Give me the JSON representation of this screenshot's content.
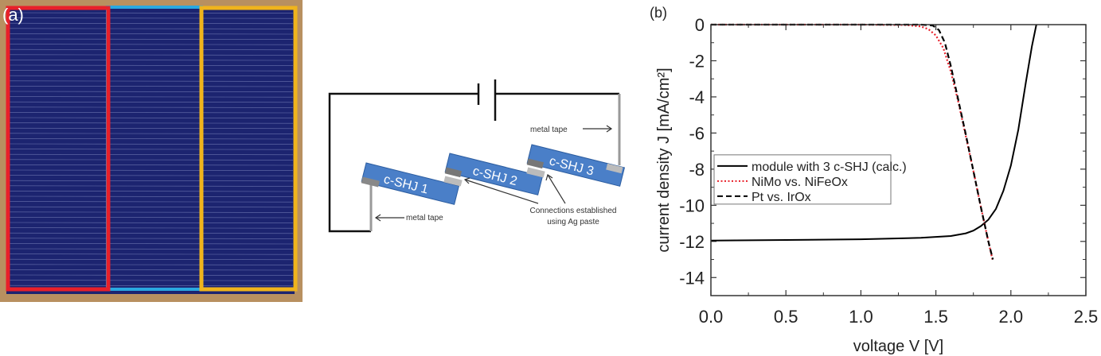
{
  "panels": {
    "a": {
      "label": "(a)",
      "description": "photo of 3 c-SHJ solar cells with colored outlines",
      "outline_colors": {
        "left": "#e8202a",
        "middle": "#2aa8e0",
        "right": "#f0b41c"
      },
      "cell_color": "#1c2470"
    },
    "circuit": {
      "cells": [
        "c-SHJ 1",
        "c-SHJ 2",
        "c-SHJ 3"
      ],
      "labels": {
        "metal_tape_top": "metal tape",
        "metal_tape_bottom": "metal tape",
        "connections_line1": "Connections established",
        "connections_line2": "using Ag paste"
      },
      "cell_color": "#4a7fc8"
    },
    "b": {
      "label": "(b)"
    }
  },
  "chart_data": {
    "type": "line",
    "title": "",
    "xlabel": "voltage V [V]",
    "ylabel": "current density J [mA/cm²]",
    "xlim": [
      0,
      2.5
    ],
    "ylim": [
      -15,
      0
    ],
    "xticks": [
      0.0,
      0.5,
      1.0,
      1.5,
      2.0,
      2.5
    ],
    "xtick_labels": [
      "0.0",
      "0.5",
      "1.0",
      "1.5",
      "2.0",
      "2.5"
    ],
    "yticks": [
      0,
      -2,
      -4,
      -6,
      -8,
      -10,
      -12,
      -14
    ],
    "ytick_labels": [
      "0",
      "-2",
      "-4",
      "-6",
      "-8",
      "-10",
      "-12",
      "-14"
    ],
    "grid": false,
    "legend_position": "center-left",
    "series": [
      {
        "name": "module with 3 c-SHJ (calc.)",
        "color": "#000000",
        "style": "solid",
        "x": [
          0.0,
          0.5,
          1.0,
          1.4,
          1.6,
          1.7,
          1.75,
          1.8,
          1.85,
          1.9,
          1.95,
          2.0,
          2.05,
          2.1,
          2.14,
          2.17
        ],
        "y": [
          -11.95,
          -11.92,
          -11.88,
          -11.8,
          -11.7,
          -11.55,
          -11.4,
          -11.15,
          -10.8,
          -10.2,
          -9.2,
          -7.8,
          -5.8,
          -3.2,
          -1.2,
          0
        ]
      },
      {
        "name": "NiMo vs. NiFeOx",
        "color": "#e8202a",
        "style": "dotted",
        "x": [
          0.0,
          0.5,
          1.0,
          1.3,
          1.4,
          1.45,
          1.5,
          1.55,
          1.6,
          1.65,
          1.7,
          1.75,
          1.8,
          1.85,
          1.88
        ],
        "y": [
          0,
          0,
          0,
          -0.02,
          -0.1,
          -0.25,
          -0.6,
          -1.3,
          -2.6,
          -4.3,
          -6.2,
          -8.1,
          -10.1,
          -12.0,
          -13.1
        ]
      },
      {
        "name": "Pt vs. IrOx",
        "color": "#000000",
        "style": "dashed",
        "x": [
          0.0,
          0.5,
          1.0,
          1.4,
          1.48,
          1.52,
          1.56,
          1.6,
          1.65,
          1.7,
          1.75,
          1.8,
          1.85,
          1.88
        ],
        "y": [
          0,
          0,
          0,
          0,
          -0.05,
          -0.3,
          -1.0,
          -2.3,
          -4.2,
          -6.1,
          -8.1,
          -10.1,
          -12.0,
          -13.0
        ]
      }
    ]
  }
}
